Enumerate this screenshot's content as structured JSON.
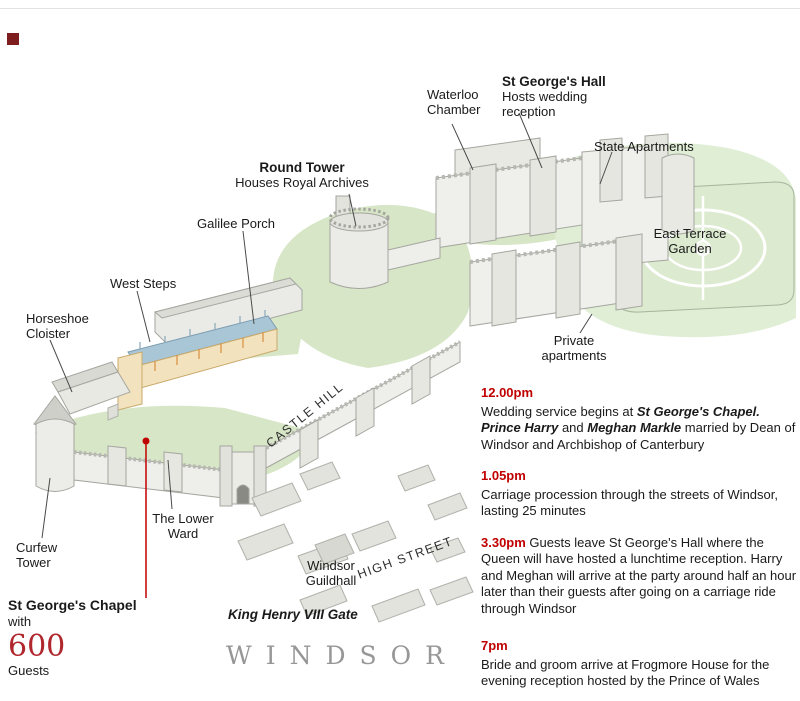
{
  "meta": {
    "description": "Windsor Castle royal wedding day map infographic",
    "colors": {
      "accent_red": "#c00000",
      "guests_red": "#b0272d",
      "castle_fill": "#ececea",
      "castle_stroke": "#a6a6a0",
      "green": "#d7e6c6",
      "chapel_roof_blue": "#a9c6d6",
      "chapel_wall_yellow": "#f2e2bd",
      "windsor_grey": "#979797"
    }
  },
  "labels": {
    "st_georges_hall": {
      "title": "St George's Hall",
      "subtitle": "Hosts wedding reception"
    },
    "waterloo_chamber": {
      "line1": "Waterloo",
      "line2": "Chamber"
    },
    "state_apartments": {
      "text": "State Apartments"
    },
    "east_terrace_garden": {
      "line1": "East Terrace",
      "line2": "Garden"
    },
    "round_tower": {
      "title": "Round Tower",
      "subtitle": "Houses Royal Archives"
    },
    "galilee_porch": {
      "text": "Galilee Porch"
    },
    "west_steps": {
      "text": "West Steps"
    },
    "horseshoe_cloister": {
      "line1": "Horseshoe",
      "line2": "Cloister"
    },
    "private_apartments": {
      "line1": "Private",
      "line2": "apartments"
    },
    "curfew_tower": {
      "line1": "Curfew",
      "line2": "Tower"
    },
    "lower_ward": {
      "line1": "The Lower",
      "line2": "Ward"
    },
    "st_georges_chapel": {
      "title": "St George's Chapel",
      "with": "with",
      "count": "600",
      "guests": "Guests"
    },
    "windsor_guildhall": {
      "line1": "Windsor",
      "line2": "Guildhall"
    },
    "king_henry_gate": {
      "text": "King Henry VIII Gate"
    },
    "castle_hill": {
      "text": "CASTLE HILL"
    },
    "high_street": {
      "text": "HIGH STREET"
    },
    "city": {
      "text": "WINDSOR"
    }
  },
  "timeline": {
    "entries": {
      "e1": {
        "time": "12.00pm",
        "s1": "Wedding service begins at ",
        "s2": "St George's Chapel.",
        "s3": " ",
        "s4": "Prince Harry",
        "s5": " and ",
        "s6": "Meghan Markle",
        "s7": " married by Dean of Windsor and Archbishop of Canterbury"
      },
      "e2": {
        "time": "1.05pm",
        "body": "Carriage procession through the streets of Windsor, lasting 25 minutes"
      },
      "e3": {
        "time": "3.30pm",
        "body": " Guests leave St George's Hall where the Queen will have hosted a lunchtime reception. Harry and Meghan will arrive at the party around half an hour later than their guests after going on a carriage ride through Windsor"
      },
      "e4": {
        "time": "7pm",
        "body": "Bride and groom arrive at Frogmore House for the evening reception hosted by the Prince of Wales"
      }
    }
  }
}
